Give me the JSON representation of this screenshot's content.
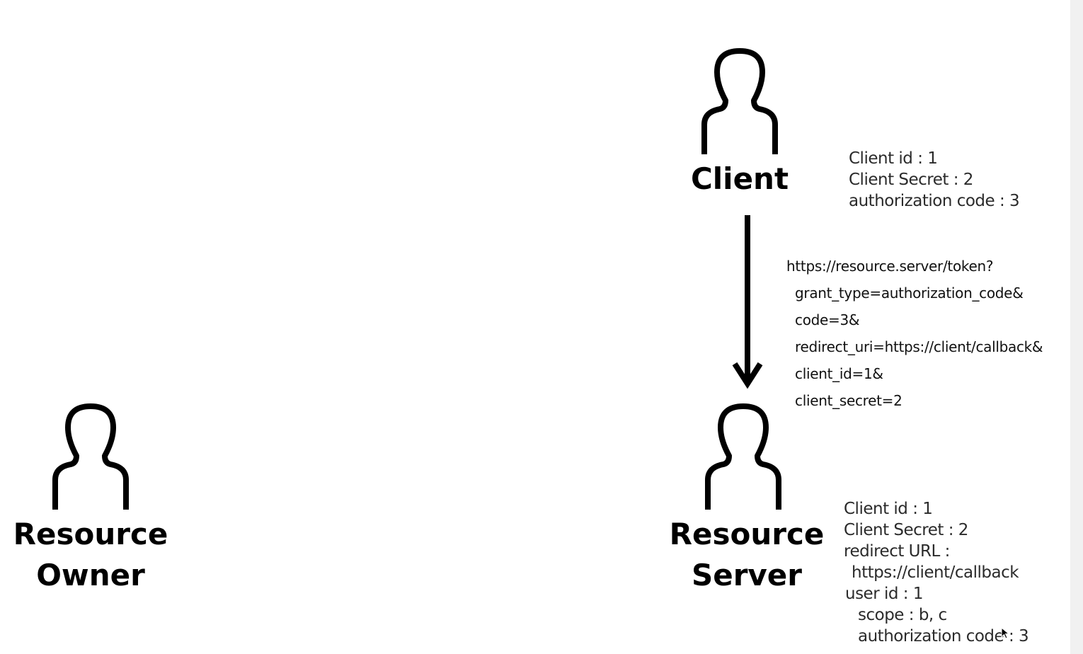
{
  "actors": {
    "client": "Client",
    "resource_owner": [
      "Resource",
      "Owner"
    ],
    "resource_server": [
      "Resource",
      "Server"
    ]
  },
  "client_info": [
    "Client id : 1",
    "Client Secret : 2",
    "authorization code : 3"
  ],
  "token_request": [
    "https://resource.server/token?",
    "grant_type=authorization_code&",
    "code=3&",
    "redirect_uri=https://client/callback&",
    "client_id=1&",
    "client_secret=2"
  ],
  "server_info": [
    "Client id : 1",
    "Client Secret : 2",
    "redirect URL :",
    "https://client/callback",
    "user id : 1",
    "scope : b, c",
    "authorization code : 3"
  ],
  "icons": [
    "person-icon",
    "arrow-down-icon",
    "mouse-cursor-icon"
  ]
}
